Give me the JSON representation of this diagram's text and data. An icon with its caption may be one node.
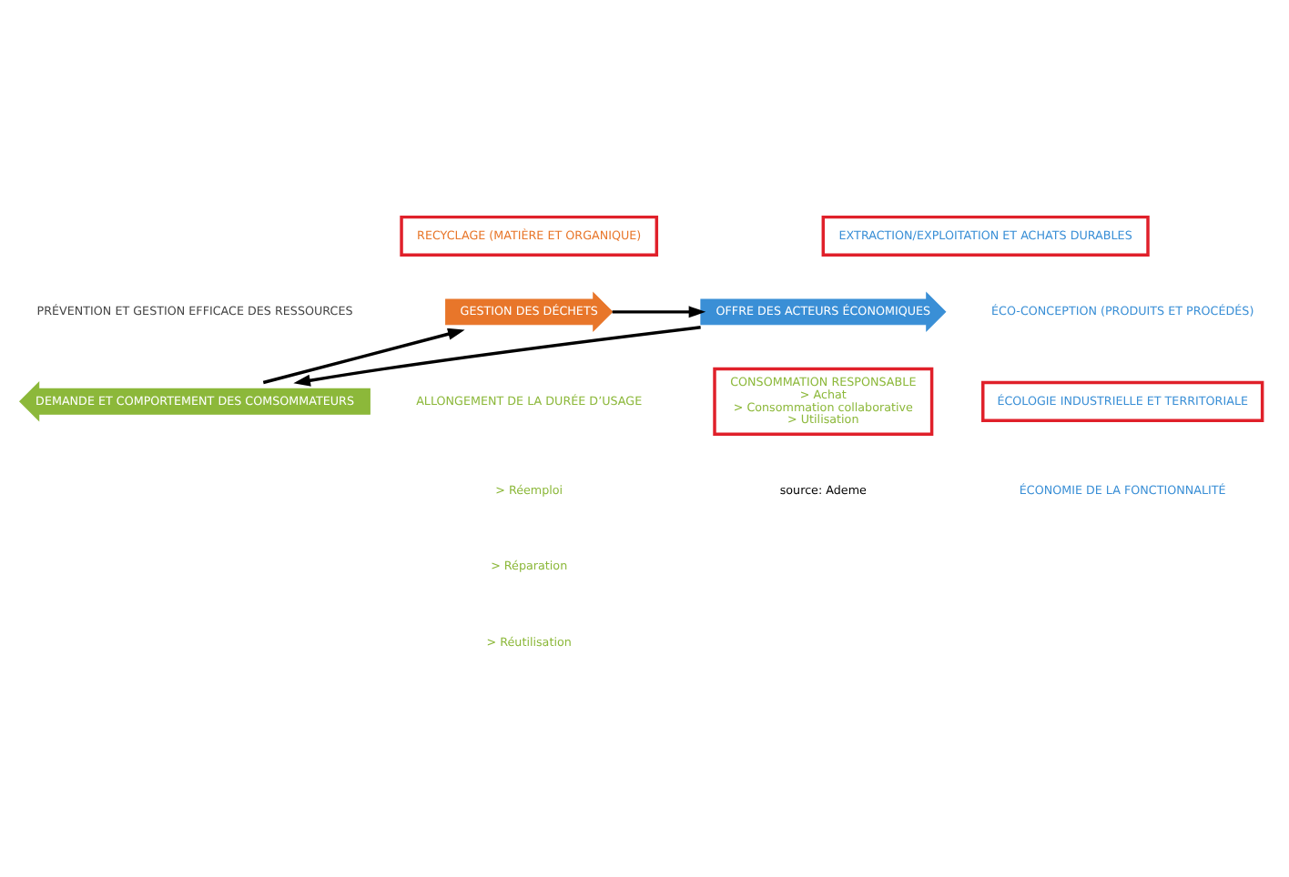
{
  "diagram": {
    "nodes": [
      {
        "text": [
          "OFFRE DES ACTEURS ÉCONOMIQUES"
        ]
      },
      {
        "text": [
          "DEMANDE ET COMPORTEMENT DES COMSOMMATEURS"
        ]
      },
      {
        "text": [
          "GESTION DES DÉCHETS"
        ]
      },
      {
        "text": [
          "RECYCLAGE (MATIÈRE ET ORGANIQUE)"
        ]
      },
      {
        "text": [
          "EXTRACTION/EXPLOITATION ET ACHATS DURABLES"
        ]
      },
      {
        "text": [
          "ÉCOLOGIE INDUSTRIELLE ET TERRITORIALE"
        ]
      },
      {
        "text": [
          "CONSOMMATION RESPONSABLE",
          "> Achat",
          "> Consommation collaborative",
          "> Utilisation"
        ]
      }
    ],
    "edges": [
      {
        "from": 0,
        "to": 1,
        "arrow": "to"
      },
      {
        "from": 1,
        "to": 2,
        "arrow": "to"
      },
      {
        "from": 2,
        "to": 0,
        "arrow": "to"
      }
    ],
    "labels": [
      "ÉCO-CONCEPTION (PRODUITS ET PROCÉDÉS)",
      "ÉCONOMIE DE LA FONCTIONNALITÉ",
      "PRÉVENTION ET GESTION EFFICACE DES RESSOURCES",
      "ALLONGEMENT DE LA DURÉE D’USAGE",
      "> Réemploi",
      "> Réparation",
      "> Réutilisation",
      "source: Ademe"
    ]
  }
}
